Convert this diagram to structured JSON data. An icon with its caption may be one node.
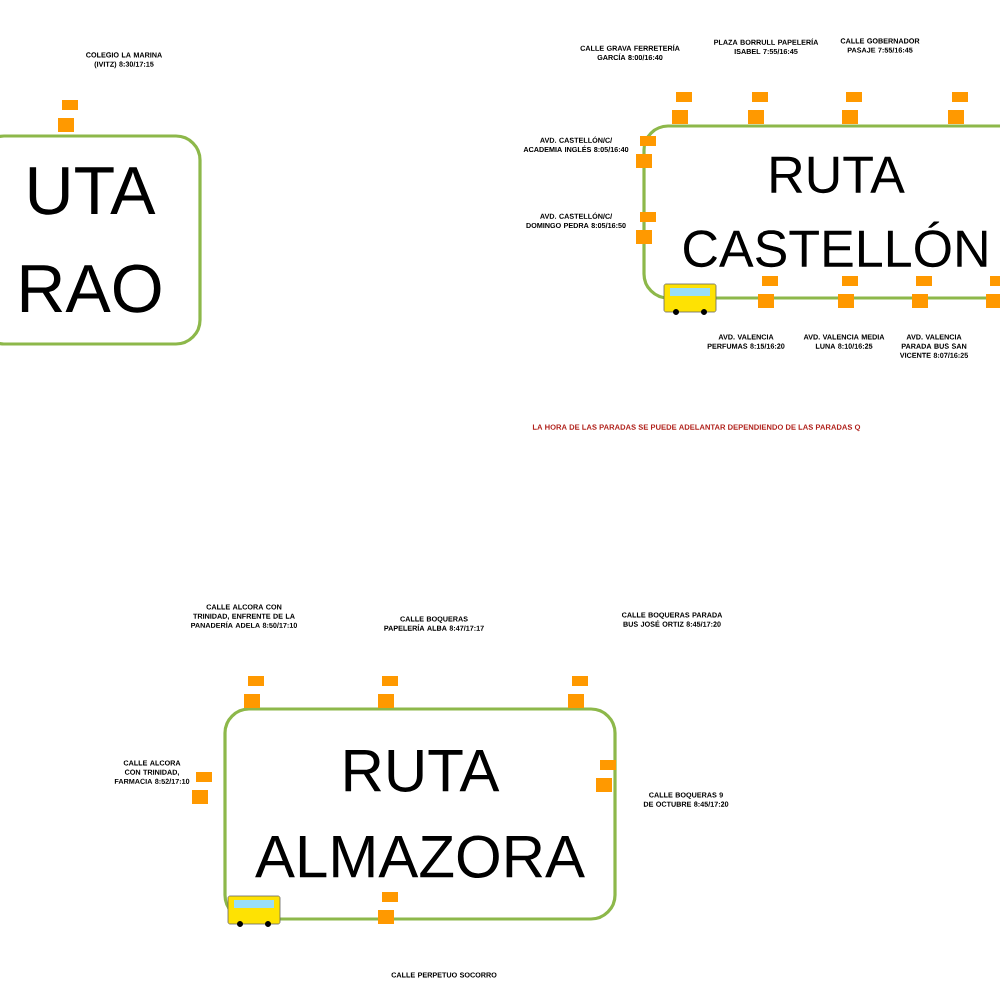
{
  "diagram": {
    "nodes": [
      {
        "text": [
          "UTA RAO"
        ]
      },
      {
        "text": [
          "RUTA CASTELLÓN"
        ]
      },
      {
        "text": [
          "RUTA ALMAZORA"
        ]
      }
    ],
    "labels": [
      "COLEGIO LA MARINA (IVITZ) 8:30/17:15",
      "CALLE GRAVA FERRETERÍA GARCÍA 8:00/16:40",
      "PLAZA BORRULL PAPELERÍA ISABEL 7:55/16:45",
      "CALLE GOBERNADOR PASAJE 7:55/16:45",
      "AVD. CASTELLÓN/C/ ACADEMIA INGLÉS 8:05/16:40",
      "AVD. CASTELLÓN/C/ DOMINGO PEDRA 8:05/16:50",
      "AVD. VALENCIA PERFUMAS 8:15/16:20",
      "AVD. VALENCIA MEDIA LUNA 8:10/16:25",
      "AVD. VALENCIA PARADA BUS SAN VICENTE 8:07/16:25",
      "LA HORA DE LAS PARADAS SE PUEDE ADELANTAR DEPENDIENDO DE LAS PARADAS Q",
      "CALLE ALCORA CON TRINIDAD, ENFRENTE DE LA PANADERÍA ADELA 8:50/17:10",
      "CALLE BOQUERAS PAPELERÍA ALBA 8:47/17:17",
      "CALLE BOQUERAS PARADA BUS JOSÉ ORTIZ 8:45/17:20",
      "CALLE ALCORA CON TRINIDAD, FARMACIA 8:52/17:10",
      "CALLE BOQUERAS 9 DE OCTUBRE 8:45/17:20",
      "CALLE PERPETUO SOCORRO"
    ]
  }
}
